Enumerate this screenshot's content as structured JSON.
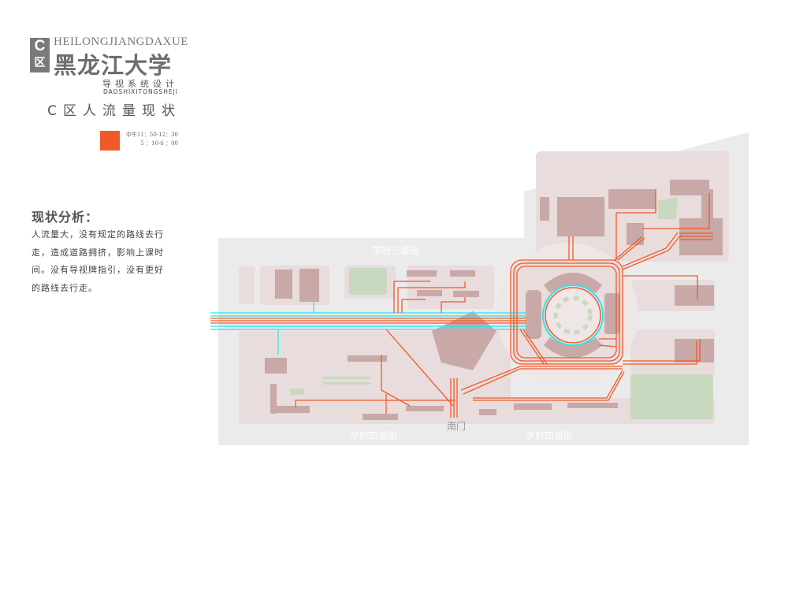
{
  "brand": {
    "zone_letter": "C",
    "zone_char": "区",
    "name_pinyin": "HEILONGJIANGDAXUE",
    "name_cn": "黑龙江大学",
    "subtitle_cn": "导视系统设计",
    "subtitle_pinyin": "DAOSHIXITONGSHEJI"
  },
  "page_title": "C区人流量现状",
  "legend": {
    "color": "#f05a28",
    "line1": "中午11：50-12：30",
    "line2": "5 ：10-6 ：00"
  },
  "analysis": {
    "heading": "现状分析：",
    "body": "人流量大，没有规定的路线去行走，造成道路拥挤，影响上课时间。没有导视牌指引，没有更好的路线去行走。"
  },
  "map": {
    "roads": {
      "north": "学府三道街",
      "south_west": "学府四道街",
      "south_east": "学府四道街",
      "south_gate": "南门"
    },
    "colors": {
      "route_primary": "#f05a28",
      "route_secondary": "#22e6f0",
      "building": "#c9a8a8",
      "block": "#e8dcdc",
      "green": "#c8d9c0",
      "ground": "#ebebeb"
    }
  }
}
